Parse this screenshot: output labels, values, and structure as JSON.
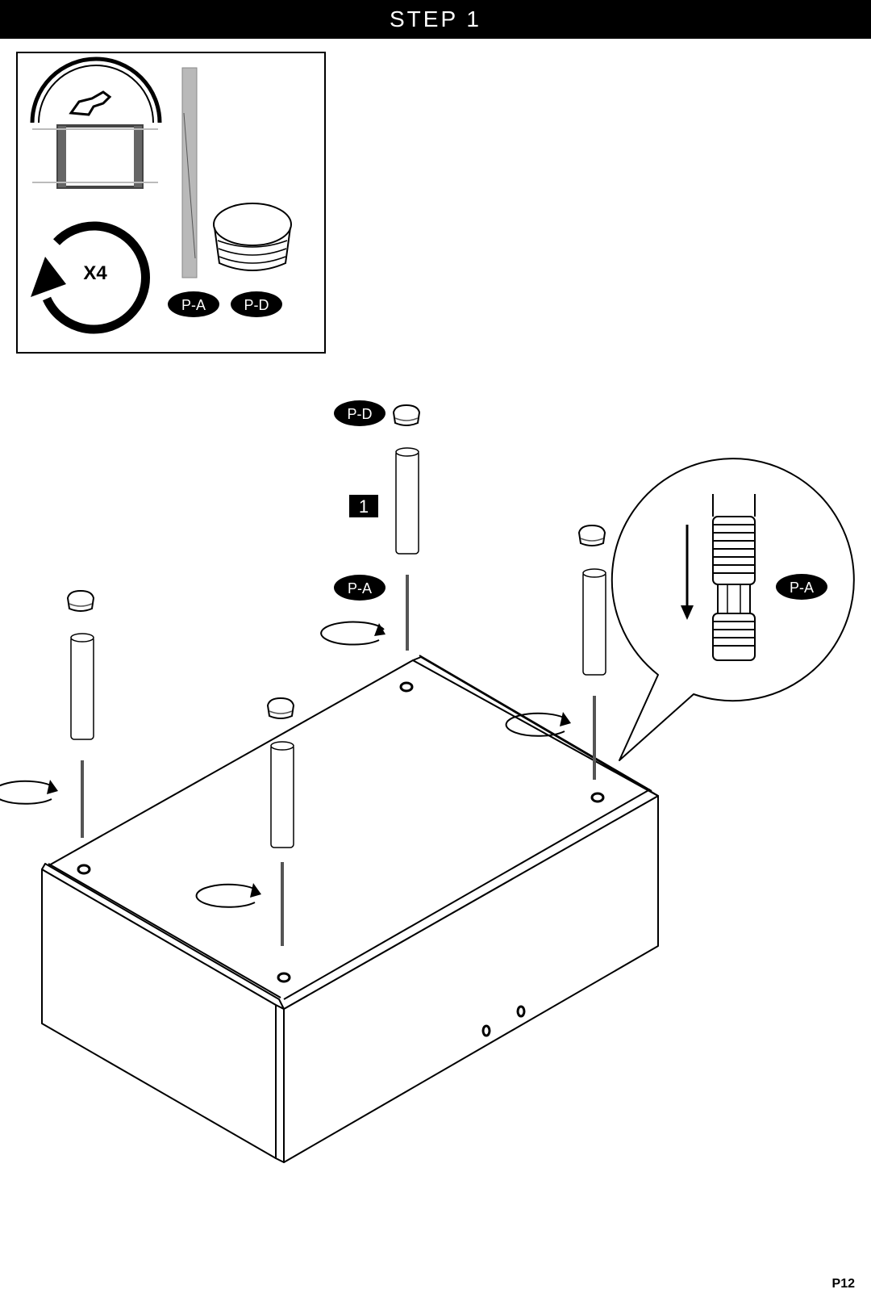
{
  "header": {
    "title": "STEP 1"
  },
  "parts_box": {
    "quantity": "X4",
    "parts": [
      {
        "label": "P-A"
      },
      {
        "label": "P-D"
      }
    ]
  },
  "main": {
    "step_number": "1",
    "labels": {
      "cap": "P-D",
      "bolt": "P-A"
    },
    "detail": {
      "label": "P-A"
    }
  },
  "footer": {
    "page_number": "P12"
  }
}
